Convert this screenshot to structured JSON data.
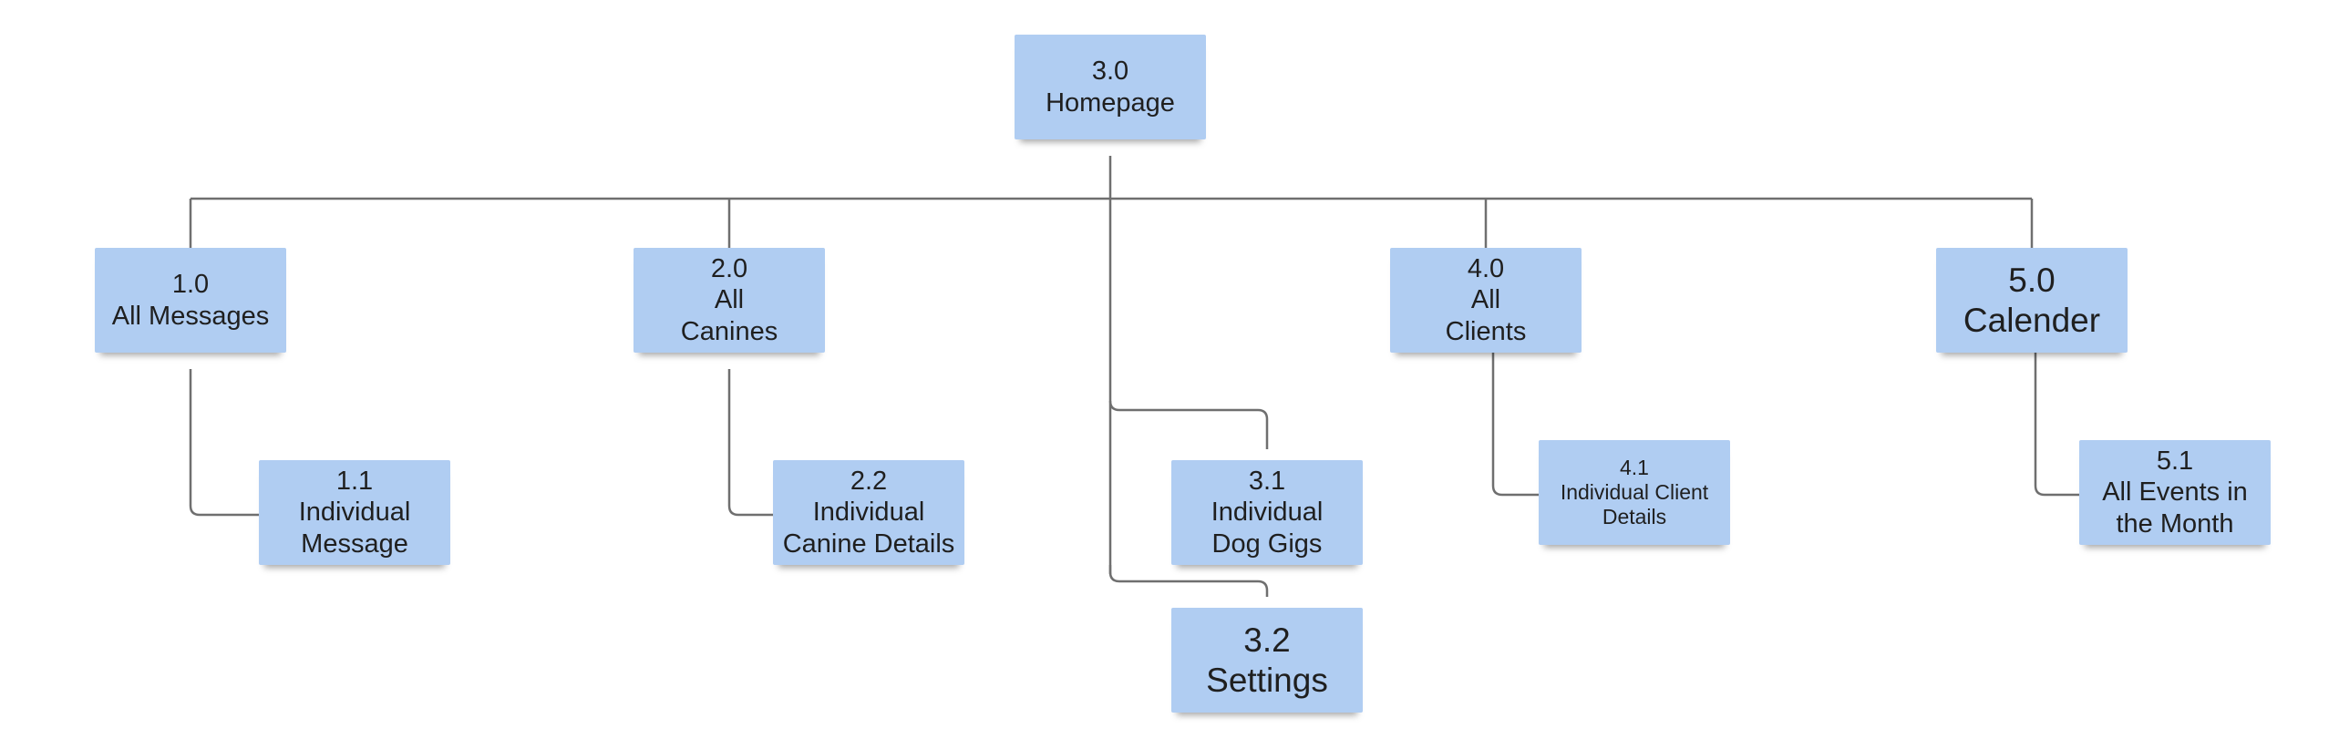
{
  "colors": {
    "note_fill": "#b0cdf2",
    "connector": "#6f6f6f"
  },
  "nodes": [
    {
      "id": "n30",
      "lines": [
        "3.0",
        "Homepage"
      ]
    },
    {
      "id": "n10",
      "lines": [
        "1.0",
        "All Messages"
      ]
    },
    {
      "id": "n20",
      "lines": [
        "2.0",
        "All",
        "Canines"
      ]
    },
    {
      "id": "n40",
      "lines": [
        "4.0",
        "All",
        "Clients"
      ]
    },
    {
      "id": "n50",
      "lines": [
        "5.0",
        "Calender"
      ]
    },
    {
      "id": "n11",
      "lines": [
        "1.1",
        "Individual",
        "Message"
      ]
    },
    {
      "id": "n22",
      "lines": [
        "2.2",
        "Individual",
        "Canine Details"
      ]
    },
    {
      "id": "n31",
      "lines": [
        "3.1",
        "Individual",
        "Dog Gigs"
      ]
    },
    {
      "id": "n32",
      "lines": [
        "3.2",
        "Settings"
      ]
    },
    {
      "id": "n41",
      "lines": [
        "4.1",
        "Individual Client",
        "Details"
      ]
    },
    {
      "id": "n51",
      "lines": [
        "5.1",
        "All Events in",
        "the Month"
      ]
    }
  ]
}
